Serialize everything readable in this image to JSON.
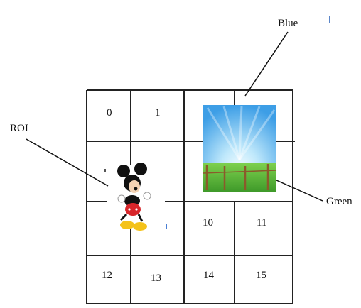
{
  "callouts": {
    "roi": "ROI",
    "blue": "Blue",
    "green": "Green"
  },
  "cells": {
    "c0": "0",
    "c1": "1",
    "c10": "10",
    "c11": "11",
    "c12": "12",
    "c13": "13",
    "c14": "14",
    "c15": "15"
  },
  "images": {
    "sky_grass": "sky-and-grass-photo",
    "mickey": "mickey-mouse-figure"
  },
  "colors": {
    "grid": "#222222",
    "sky_top": "#3d9ee6",
    "sky_glow": "#eaf8ff",
    "grass": "#5bbb3a",
    "fence": "#8b5a2b"
  }
}
